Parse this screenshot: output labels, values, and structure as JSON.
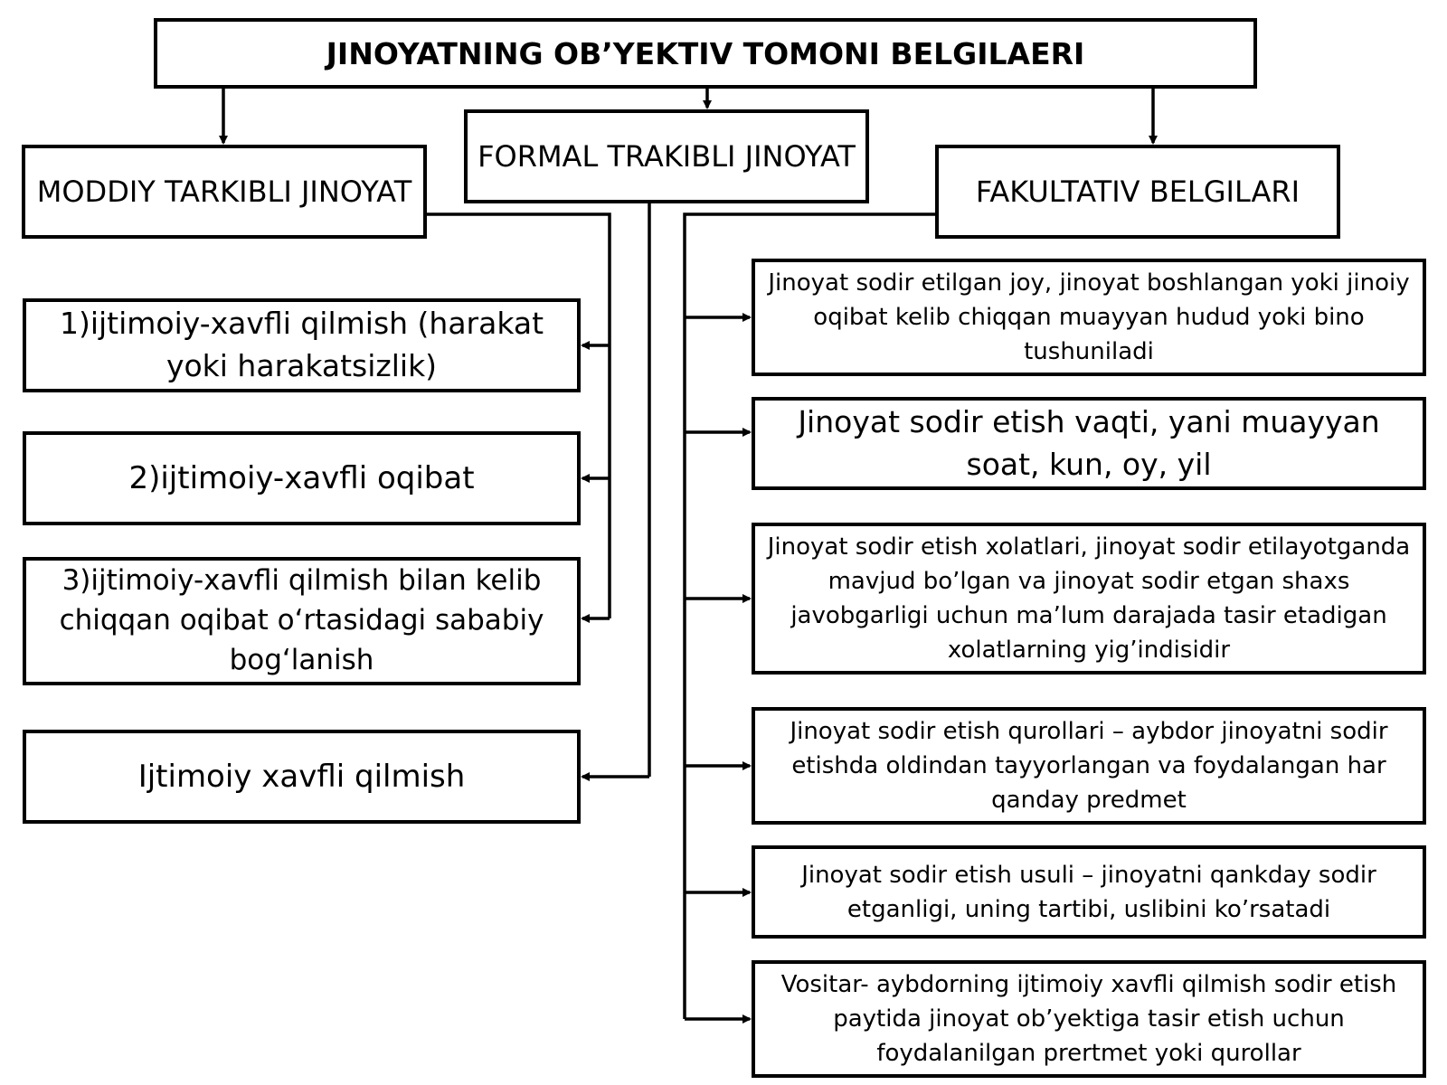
{
  "root": {
    "title": "JINOYATNING OB’YEKTIV TOMONI BELGILAERI"
  },
  "categories": {
    "moddiy": "MODDIY TARKIBLI JINOYAT",
    "formal": "FORMAL TRAKIBLI JINOYAT",
    "fakultativ": "FAKULTATIV BELGILARI"
  },
  "moddiy_items": [
    "1)ijtimoiy-xavfli qilmish (harakat yoki harakatsizlik)",
    "2)ijtimoiy-xavfli oqibat",
    "3)ijtimoiy-xavfli qilmish bilan kelib chiqqan oqibat o‘rtasidagi sababiy bog‘lanish"
  ],
  "formal_items": [
    "Ijtimoiy xavfli qilmish"
  ],
  "fakultativ_items": [
    "Jinoyat sodir etilgan joy, jinoyat boshlangan yoki jinoiy oqibat kelib chiqqan muayyan hudud yoki bino tushuniladi",
    "Jinoyat sodir etish vaqti, yani muayyan soat, kun, oy, yil",
    "Jinoyat sodir etish xolatlari, jinoyat sodir etilayotganda mavjud bo’lgan va jinoyat sodir etgan shaxs javobgarligi uchun ma’lum darajada tasir etadigan xolatlarning yig’indisidir",
    "Jinoyat sodir etish qurollari – aybdor jinoyatni sodir etishda oldindan tayyorlangan va foydalangan har qanday predmet",
    "Jinoyat sodir etish usuli – jinoyatni qankday sodir etganligi, uning tartibi, uslibini ko’rsatadi",
    "Vositar- aybdorning ijtimoiy xavfli qilmish sodir etish paytida jinoyat ob’yektiga tasir etish uchun foydalanilgan prertmet yoki qurollar"
  ]
}
